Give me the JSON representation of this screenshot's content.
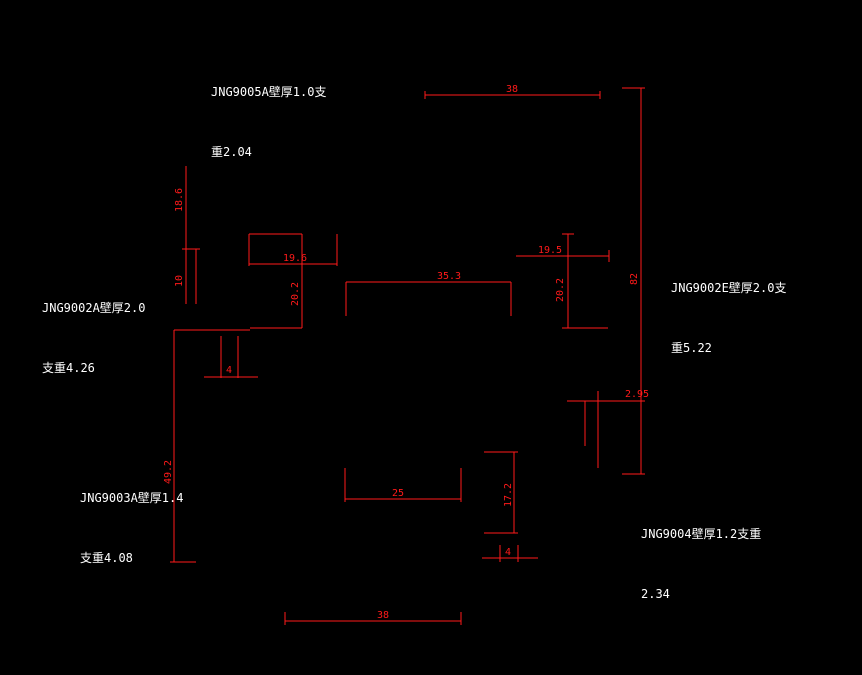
{
  "labels": {
    "jng9005a": {
      "line1": "JNG9005A壁厚1.0支",
      "line2": "重2.04"
    },
    "jng9002a": {
      "line1": "JNG9002A壁厚2.0",
      "line2": "支重4.26"
    },
    "jng9002e": {
      "line1": "JNG9002E壁厚2.0支",
      "line2": "重5.22"
    },
    "jng9003a": {
      "line1": "JNG9003A壁厚1.4",
      "line2": "支重4.08"
    },
    "jng9004": {
      "line1": "JNG9004壁厚1.2支重",
      "line2": "2.34"
    }
  },
  "dimensions": {
    "top_width": "38",
    "overall_height": "82",
    "left_upper": "18.6",
    "left_lower": "10",
    "tee_a_width": "19.6",
    "tee_a_height": "20.2",
    "channel_width": "35.3",
    "tee_e_width": "19.5",
    "tee_e_height": "20.2",
    "wall_gap": "4",
    "tall_height": "49.2",
    "angle_width": "2.95",
    "bottom_mid": "25",
    "right_height": "17.2",
    "right_gap": "4",
    "bottom_width": "38"
  },
  "colors": {
    "background": "#000000",
    "dimension": "#ff1a1a",
    "text": "#ffffff"
  }
}
